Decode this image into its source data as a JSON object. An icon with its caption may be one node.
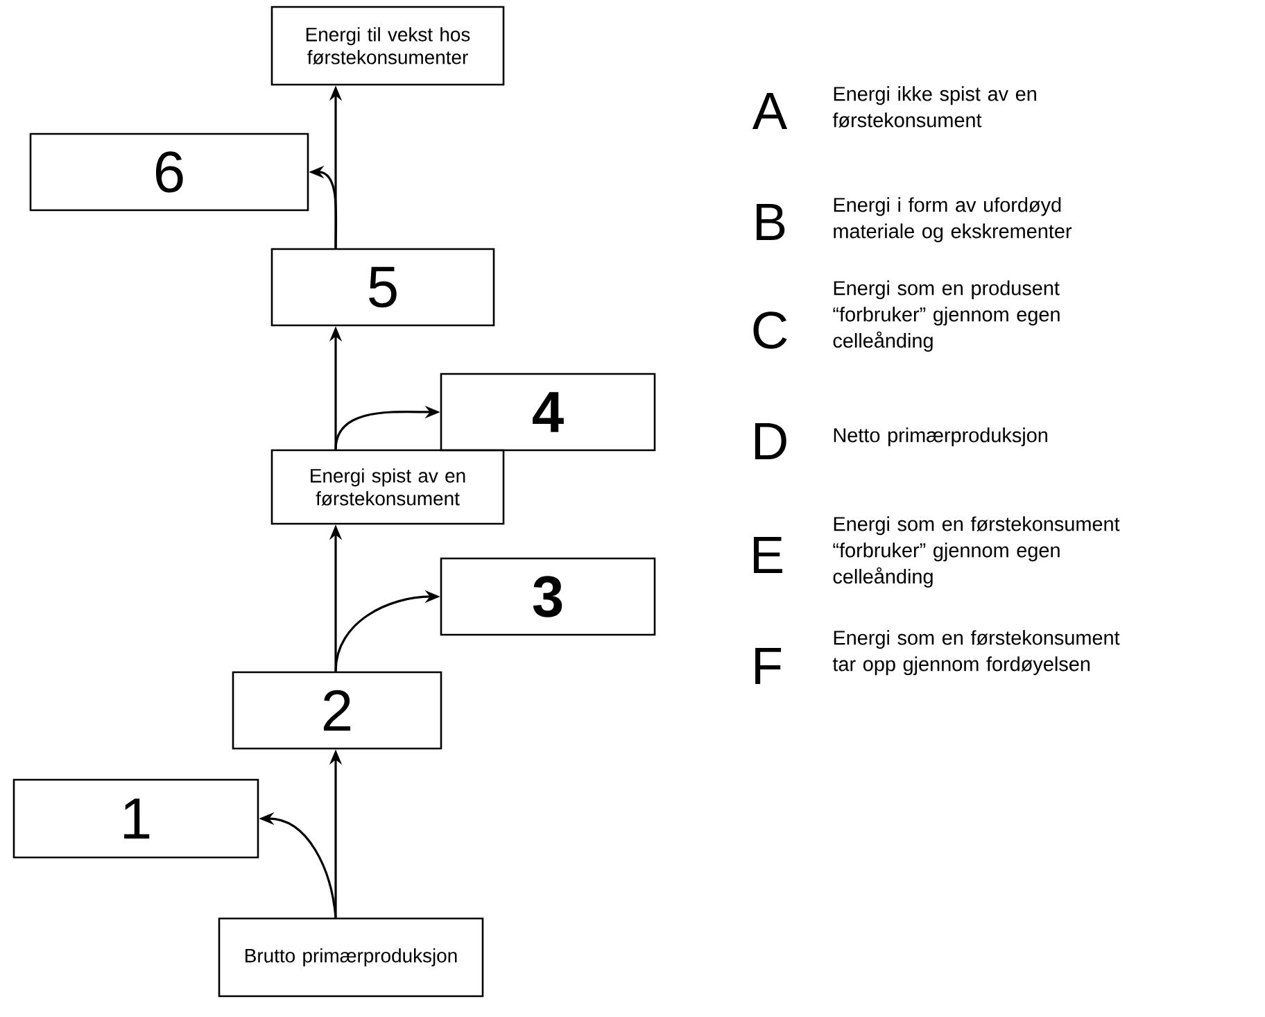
{
  "diagram": {
    "nodes": [
      {
        "text": [
          "Energi til vekst hos førstekonsumenter"
        ]
      },
      {
        "text": [
          "6"
        ]
      },
      {
        "text": [
          "5"
        ]
      },
      {
        "text": [
          "4"
        ]
      },
      {
        "text": [
          "Energi spist av en førstekonsument"
        ]
      },
      {
        "text": [
          "3"
        ]
      },
      {
        "text": [
          "2"
        ]
      },
      {
        "text": [
          "1"
        ]
      },
      {
        "text": [
          "Brutto primærproduksjon"
        ]
      }
    ],
    "edges": [
      {
        "from": 8,
        "to": 6,
        "arrow": "to"
      },
      {
        "from": 8,
        "to": 7,
        "arrow": "to"
      },
      {
        "from": 6,
        "to": 4,
        "arrow": "to"
      },
      {
        "from": 6,
        "to": 5,
        "arrow": "to"
      },
      {
        "from": 4,
        "to": 2,
        "arrow": "to"
      },
      {
        "from": 4,
        "to": 3,
        "arrow": "to"
      },
      {
        "from": 2,
        "to": 0,
        "arrow": "to"
      },
      {
        "from": 2,
        "to": 1,
        "arrow": "to"
      }
    ],
    "labels": [
      "A",
      "Energi ikke spist av en førstekonsument",
      "B",
      "Energi i form av ufordøyd materiale og ekskrementer",
      "C",
      "Energi som en produsent “forbruker” gjennom egen celleånding",
      "D",
      "Netto primærproduksjon",
      "E",
      "Energi som en førstekonsument “forbruker” gjennom egen celleånding",
      "F",
      "Energi som en førstekonsument tar opp gjennom fordøyelsen"
    ]
  }
}
